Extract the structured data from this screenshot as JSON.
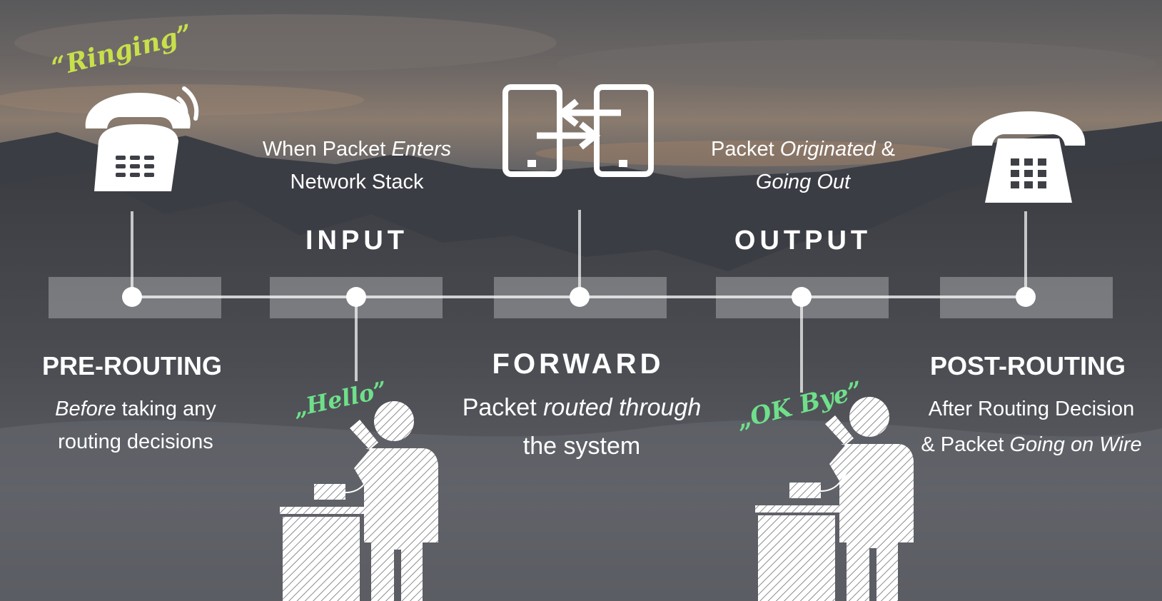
{
  "hooks": {
    "prerouting": {
      "title": "PRE-ROUTING",
      "desc_line1_italic": "Before",
      "desc_line1_rest": " taking any",
      "desc_line2": "routing decisions"
    },
    "input": {
      "title": "INPUT",
      "desc_line1_a": "When Packet ",
      "desc_line1_italic": "Enters",
      "desc_line2": "Network Stack"
    },
    "forward": {
      "title": "FORWARD",
      "desc_line1_a": "Packet ",
      "desc_line1_italic": "routed through",
      "desc_line2": "the system"
    },
    "output": {
      "title": "OUTPUT",
      "desc_line1_a": "Packet ",
      "desc_line1_italic": "Originated",
      "desc_line1_b": " &",
      "desc_line2_italic": "Going Out"
    },
    "postrouting": {
      "title": "POST-ROUTING",
      "desc_line1": "After Routing Decision",
      "desc_line2_a": "& Packet ",
      "desc_line2_italic": "Going on Wire"
    }
  },
  "speech": {
    "ringing": "“Ringing”",
    "hello": "„Hello”",
    "ok_bye": "„OK Bye”"
  },
  "colors": {
    "ringing": "#c8e04a",
    "hello_bye": "#6fe08a",
    "box": "rgba(255,255,255,0.28)",
    "line": "rgba(255,255,255,0.7)"
  },
  "icons": [
    "ringing-phone-icon",
    "devices-exchange-icon",
    "desk-phone-icon",
    "person-on-phone-icon"
  ]
}
